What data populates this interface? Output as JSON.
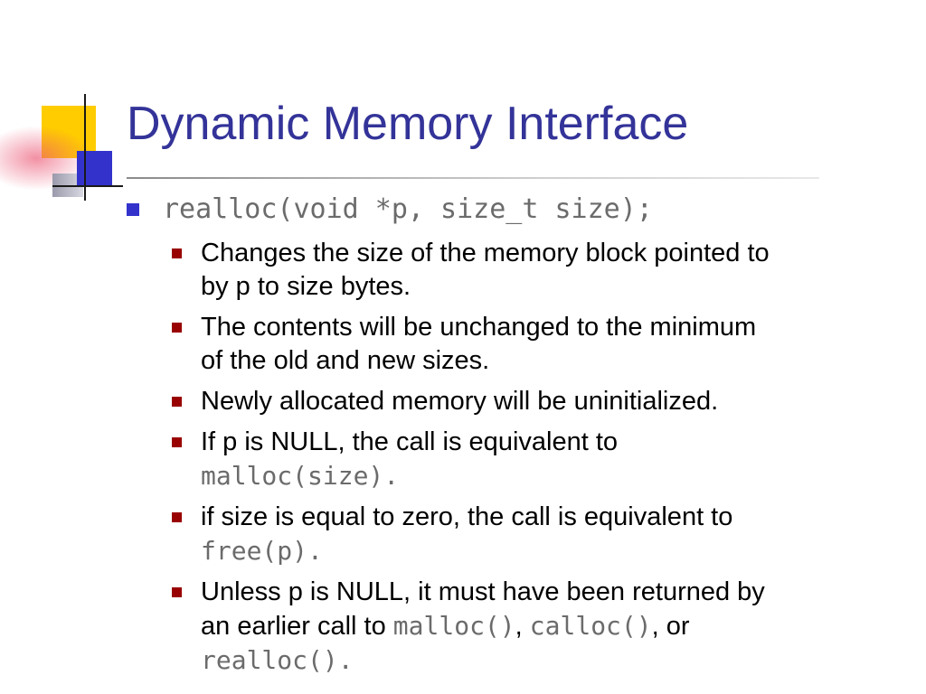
{
  "slide": {
    "title": "Dynamic Memory Interface",
    "bullets": [
      {
        "level": 1,
        "segments": [
          {
            "style": "code",
            "text": "realloc(void *p, size_t size);"
          }
        ]
      },
      {
        "level": 2,
        "segments": [
          {
            "style": "normal",
            "text": "Changes the size of the memory block pointed to\nby p to size bytes."
          }
        ]
      },
      {
        "level": 2,
        "segments": [
          {
            "style": "normal",
            "text": "The contents will be unchanged to the minimum\nof the old and new sizes."
          }
        ]
      },
      {
        "level": 2,
        "segments": [
          {
            "style": "normal",
            "text": "Newly allocated memory will be uninitialized."
          }
        ]
      },
      {
        "level": 2,
        "segments": [
          {
            "style": "normal",
            "text": "If p is NULL, the call is equivalent to\n"
          },
          {
            "style": "code",
            "text": "malloc(size)."
          }
        ]
      },
      {
        "level": 2,
        "segments": [
          {
            "style": "normal",
            "text": "if size is equal to zero, the call is equivalent to\n"
          },
          {
            "style": "code",
            "text": "free(p)."
          }
        ]
      },
      {
        "level": 2,
        "segments": [
          {
            "style": "normal",
            "text": "Unless p is NULL, it must have been returned by\nan earlier call to "
          },
          {
            "style": "code",
            "text": "malloc()"
          },
          {
            "style": "normal",
            "text": ", "
          },
          {
            "style": "code",
            "text": "calloc()"
          },
          {
            "style": "normal",
            "text": ", or\n"
          },
          {
            "style": "code",
            "text": "realloc()."
          }
        ]
      }
    ],
    "colors": {
      "title": "#333399",
      "body": "#000000",
      "code": "#6b6b6b",
      "bullet_level1": "#3333cc",
      "bullet_level2": "#990000",
      "accent_yellow": "#ffcc00",
      "accent_blue": "#3333cc"
    }
  }
}
